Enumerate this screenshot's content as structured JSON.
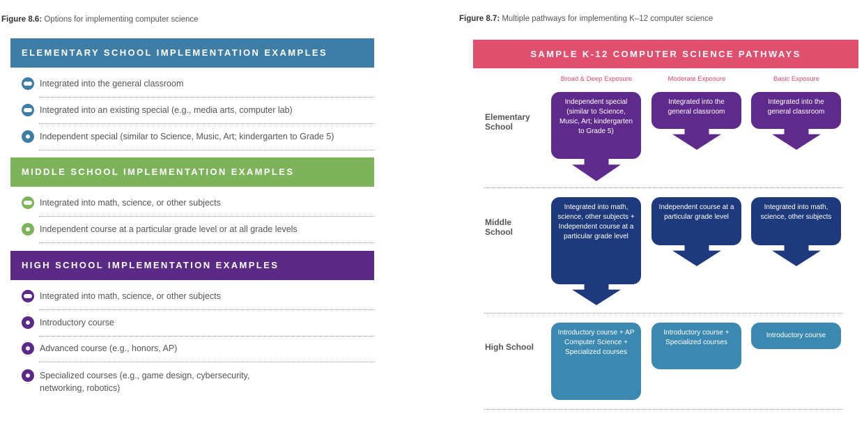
{
  "left": {
    "caption_label": "Figure 8.6:",
    "caption_text": " Options for implementing computer science",
    "sections": [
      {
        "title": "ELEMENTARY SCHOOL IMPLEMENTATION EXAMPLES",
        "color": "#3e7ea6",
        "items": [
          "Integrated into the general classroom",
          "Integrated into an existing special (e.g., media arts, computer lab)",
          "Independent special (similar to Science, Music, Art; kindergarten to Grade 5)"
        ]
      },
      {
        "title": "MIDDLE SCHOOL IMPLEMENTATION EXAMPLES",
        "color": "#7db35a",
        "items": [
          "Integrated into math, science, or other subjects",
          "Independent course at a particular grade level or at all grade levels"
        ]
      },
      {
        "title": "HIGH SCHOOL IMPLEMENTATION EXAMPLES",
        "color": "#5a2a86",
        "items": [
          "Integrated into math, science, or other subjects",
          "Introductory course",
          "Advanced course (e.g., honors, AP)",
          "Specialized courses (e.g., game design, cybersecurity, networking, robotics)"
        ]
      }
    ]
  },
  "right": {
    "caption_label": "Figure 8.7:",
    "caption_text": " Multiple pathways for implementing K–12 computer science",
    "banner": "SAMPLE K-12 COMPUTER SCIENCE PATHWAYS",
    "banner_color": "#e0506e",
    "columns": [
      "Broad & Deep Exposure",
      "Moderate Exposure",
      "Basic Exposure"
    ],
    "rows": [
      {
        "label": "Elementary School",
        "color": "#5e2a8c",
        "cells": [
          "Independent special (similar to Science, Music, Art; kindergarten to Grade 5)",
          "Integrated into the general classroom",
          "Integrated into the general classroom"
        ]
      },
      {
        "label": "Middle School",
        "color": "#1e3a7c",
        "cells": [
          "Integrated into math, science, other subjects + Independent course at a particular grade level",
          "Independent course at a particular grade level",
          "Integrated into math, science, other subjects"
        ]
      },
      {
        "label": "High School",
        "color": "#3b88b0",
        "cells": [
          "Introductory course + AP Computer Science + Specialized courses",
          "Introductory course + Specialized courses",
          "Introductory course"
        ]
      }
    ]
  }
}
